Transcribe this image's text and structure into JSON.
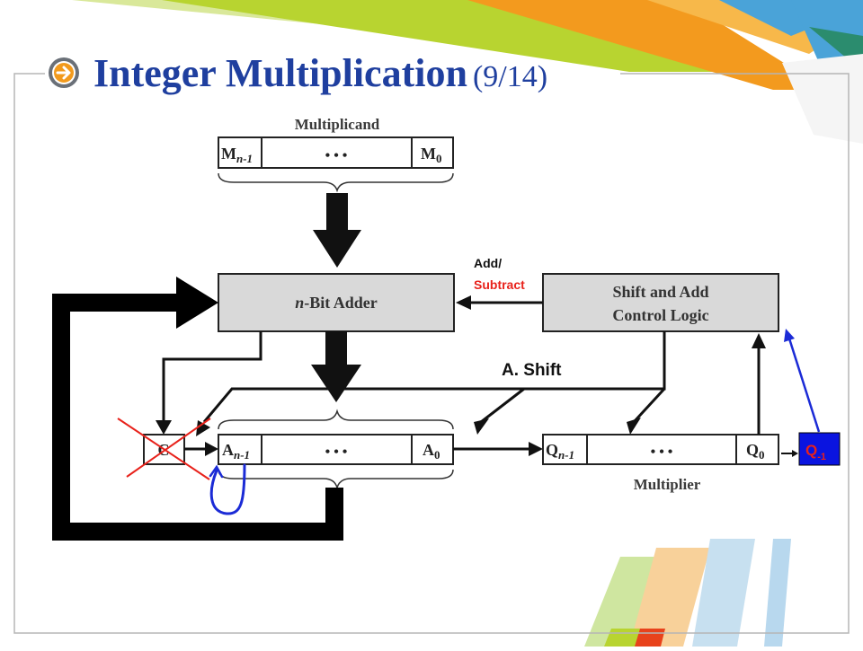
{
  "slide": {
    "title": "Integer Multiplication",
    "title_suffix": "(9/14)"
  },
  "diagram": {
    "multiplicand_label": "Multiplicand",
    "multiplicand_left": "M",
    "multiplicand_left_sub": "n-1",
    "multiplicand_right": "M",
    "multiplicand_right_sub": "0",
    "dots": "•   •   •",
    "adder_label_italic": "n",
    "adder_label_rest": "-Bit Adder",
    "control_line1": "Shift and Add",
    "control_line2": "Control Logic",
    "add_subtract_line1": "Add/",
    "add_subtract_line2": "Subtract",
    "shift_note": "A. Shift",
    "carry_label": "C",
    "a_left": "A",
    "a_left_sub": "n-1",
    "a_right": "A",
    "a_right_sub": "0",
    "q_left": "Q",
    "q_left_sub": "n-1",
    "q_right": "Q",
    "q_right_sub": "0",
    "multiplier_label": "Multiplier",
    "q_minus1": "Q",
    "q_minus1_sub": "-1"
  },
  "colors": {
    "title": "#1f3f9f",
    "box_fill": "#d9d9d9",
    "annotation_red": "#e8221b",
    "annotation_blue": "#1b2bd6",
    "q_minus1_box": "#0a14e0",
    "deco_green": "#b8d430",
    "deco_orange": "#f39a1e",
    "deco_blue": "#4aa3d8"
  }
}
